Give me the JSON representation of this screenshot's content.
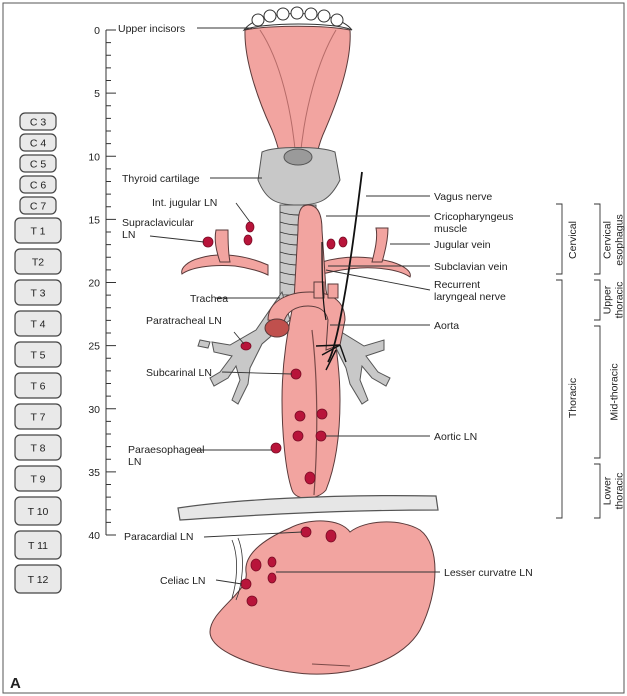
{
  "figure_label": "A",
  "scale": {
    "ticks": [
      "0",
      "5",
      "10",
      "15",
      "20",
      "25",
      "30",
      "35",
      "40"
    ]
  },
  "vertebrae": [
    "C 3",
    "C 4",
    "C 5",
    "C 6",
    "C 7",
    "T 1",
    "T2",
    "T 3",
    "T 4",
    "T 5",
    "T 6",
    "T 7",
    "T 8",
    "T 9",
    "T 10",
    "T 11",
    "T 12"
  ],
  "labels": {
    "upper_incisors": "Upper incisors",
    "thyroid_cartilage": "Thyroid cartilage",
    "int_jugular_ln": "Int. jugular LN",
    "supraclavicular_ln": "Supraclavicular LN",
    "trachea": "Trachea",
    "paratracheal_ln": "Paratracheal LN",
    "subcarinal_ln": "Subcarinal LN",
    "paraesophageal_ln": "Paraesophageal LN",
    "paracardial_ln": "Paracardial LN",
    "celiac_ln": "Celiac LN",
    "vagus_nerve": "Vagus nerve",
    "cricopharyngeus_muscle": "Cricopharyngeus muscle",
    "jugular_vein": "Jugular vein",
    "subclavian_vein": "Subclavian vein",
    "recurrent_laryngeal_nerve": "Recurrent laryngeal nerve",
    "aorta": "Aorta",
    "aortic_ln": "Aortic LN",
    "lesser_curvature_ln": "Lesser curvatre LN"
  },
  "regions": {
    "cervical": "Cervical",
    "thoracic": "Thoracic",
    "cervical_esophagus": "Cervical esophagus",
    "upper_thoracic": "Upper thoracic",
    "mid_thoracic": "Mid-thoracic",
    "lower_thoracic": "Lower thoracic"
  },
  "colors": {
    "tissue_pink": "#f2a4a0",
    "lymph_node": "#b8143a",
    "cartilage_grey": "#c8c8c8"
  }
}
